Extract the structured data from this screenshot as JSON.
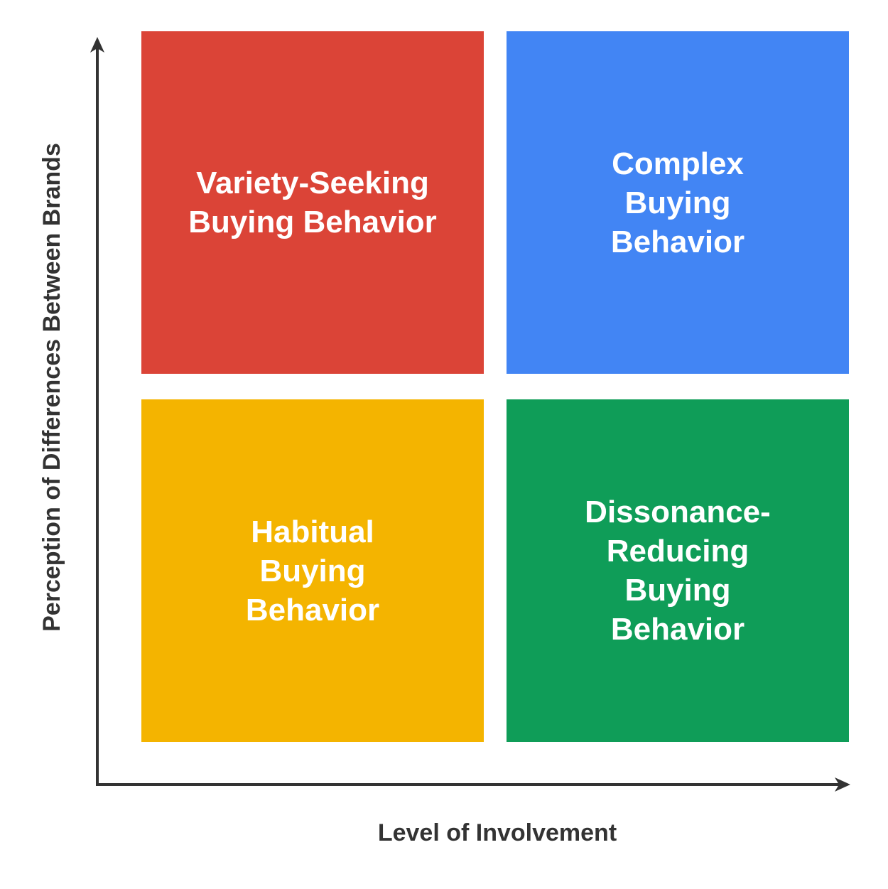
{
  "quadrants": {
    "top_left": {
      "label": "Variety-Seeking\nBuying Behavior",
      "color": "#DB4437"
    },
    "top_right": {
      "label": "Complex\nBuying\nBehavior",
      "color": "#4285F4"
    },
    "bottom_left": {
      "label": "Habitual\nBuying\nBehavior",
      "color": "#F4B400"
    },
    "bottom_right": {
      "label": "Dissonance-\nReducing\nBuying\nBehavior",
      "color": "#0F9D58"
    }
  },
  "axes": {
    "x_label": "Level of Involvement",
    "y_label": "Perception of Differences Between Brands",
    "color": "#333333"
  }
}
